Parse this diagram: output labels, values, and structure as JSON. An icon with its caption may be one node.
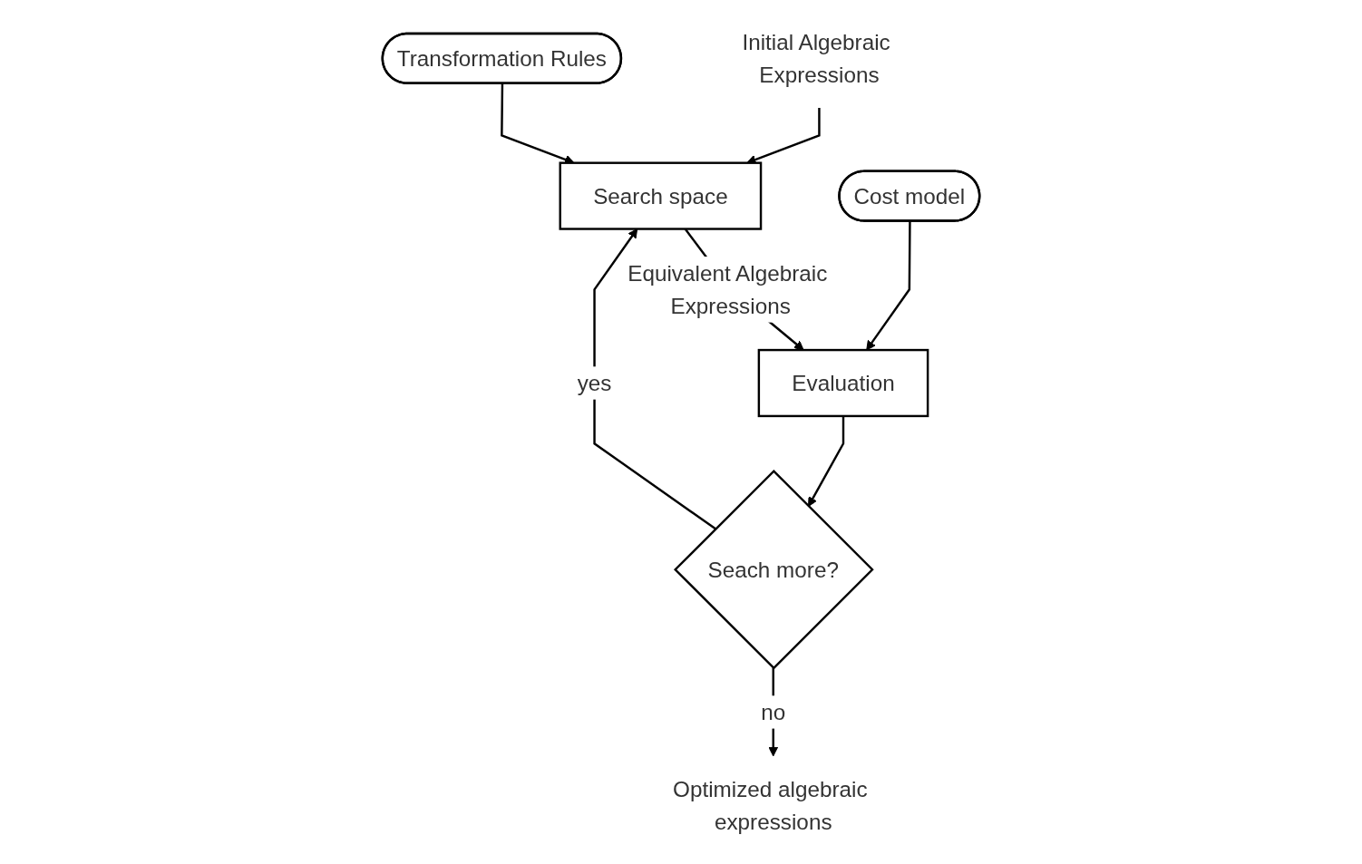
{
  "diagram": {
    "nodes": [
      {
        "text": [
          "Initial Algebraic Expressions"
        ]
      },
      {
        "text": [
          "Search space"
        ]
      },
      {
        "text": [
          "Transformation Rules"
        ]
      },
      {
        "text": [
          "Evaluation"
        ]
      },
      {
        "text": [
          "Cost model"
        ]
      },
      {
        "text": [
          "Seach more?"
        ]
      },
      {
        "text": [
          "Optimized algebraic expressions"
        ]
      }
    ],
    "edges": [
      {
        "from": 0,
        "to": 1,
        "arrow": "to"
      },
      {
        "from": 2,
        "to": 1,
        "arrow": "to"
      },
      {
        "from": 1,
        "to": 3,
        "arrow": "to",
        "label": "Equivalent Algebraic Expressions"
      },
      {
        "from": 4,
        "to": 3,
        "arrow": "to"
      },
      {
        "from": 3,
        "to": 5,
        "arrow": "to"
      },
      {
        "from": 5,
        "to": 1,
        "arrow": "to",
        "label": "yes"
      },
      {
        "from": 5,
        "to": 6,
        "arrow": "to",
        "label": "no"
      }
    ]
  }
}
